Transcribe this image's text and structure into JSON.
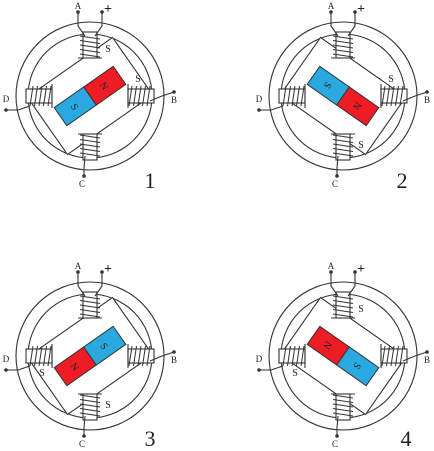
{
  "colors": {
    "north": "#ee1c24",
    "south": "#29a9e0",
    "line": "#333333"
  },
  "terminals": {
    "a": "A",
    "b": "B",
    "c": "C",
    "d": "D",
    "plus": "+"
  },
  "panels": [
    {
      "step": "1",
      "angle": -35,
      "north_end": "right",
      "magnet": {
        "left": "S",
        "right": "N"
      },
      "poles": [
        {
          "pos": "top",
          "label": "S"
        },
        {
          "pos": "right",
          "label": "S"
        }
      ]
    },
    {
      "step": "2",
      "angle": 35,
      "north_end": "right",
      "magnet": {
        "left": "S",
        "right": "N"
      },
      "poles": [
        {
          "pos": "right",
          "label": "S"
        },
        {
          "pos": "bottom",
          "label": "S"
        }
      ]
    },
    {
      "step": "3",
      "angle": -35,
      "north_end": "left",
      "magnet": {
        "left": "N",
        "right": "S"
      },
      "poles": [
        {
          "pos": "left",
          "label": "S"
        },
        {
          "pos": "bottom",
          "label": "S"
        }
      ]
    },
    {
      "step": "4",
      "angle": 35,
      "north_end": "left",
      "magnet": {
        "left": "N",
        "right": "S"
      },
      "poles": [
        {
          "pos": "top",
          "label": "S"
        },
        {
          "pos": "left",
          "label": "S"
        }
      ]
    }
  ]
}
